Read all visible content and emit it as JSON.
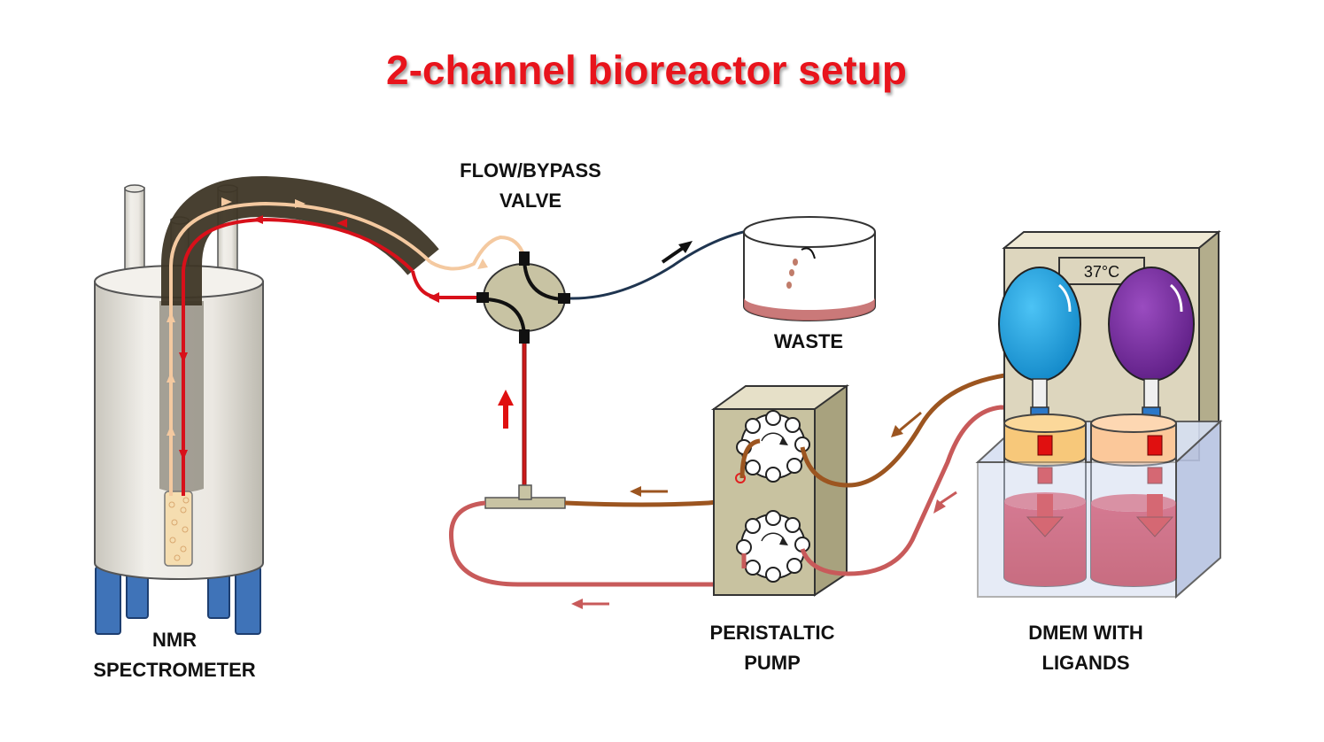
{
  "title": "2-channel bioreactor setup",
  "labels": {
    "valve": [
      "FLOW/BYPASS",
      "VALVE"
    ],
    "waste": "WASTE",
    "nmr": [
      "NMR",
      "SPECTROMETER"
    ],
    "pump": [
      "PERISTALTIC",
      "PUMP"
    ],
    "reservoir": [
      "DMEM WITH",
      "LIGANDS"
    ],
    "temperature": "37°C"
  },
  "colors": {
    "title": "#e8141c",
    "inflow_tube": "#d8101a",
    "outflow_tube": "#f4c9a0",
    "media_line": "#9c5520",
    "recirc_line": "#c85a5a",
    "waste_line": "#1f3550",
    "flask_blue": "#1ea0e0",
    "flask_purple": "#7a2fa0",
    "medium": "#d8223a",
    "incubator": "#ddd6be",
    "water_bath": "#c8d4ec"
  }
}
